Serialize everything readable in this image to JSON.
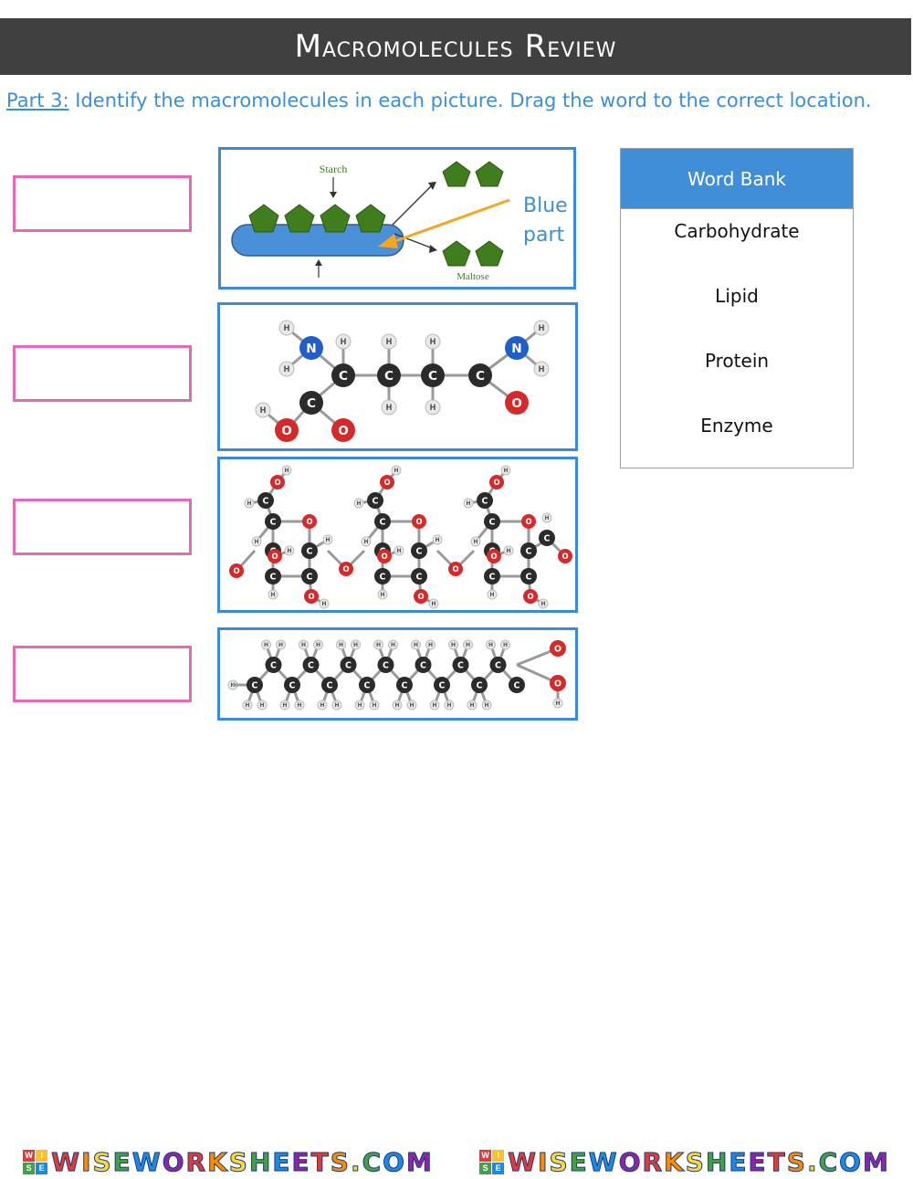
{
  "header": {
    "title_first_letter_1": "M",
    "title_rest_1": "acromolecules",
    "title_first_letter_2": "R",
    "title_rest_2": "eview"
  },
  "instructions": {
    "part_label": "Part 3:",
    "text": " Identify the macromolecules in each picture. Drag the word to the correct location."
  },
  "pictures": {
    "starch": {
      "starch_label": "Starch",
      "maltose_label": "Maltose",
      "annotation_line1": "Blue",
      "annotation_line2": "part"
    },
    "atom_labels": {
      "carbon": "C",
      "hydrogen": "H",
      "oxygen": "O",
      "nitrogen": "N"
    }
  },
  "word_bank": {
    "header": "Word Bank",
    "items": [
      "Carbohydrate",
      "Lipid",
      "Protein",
      "Enzyme"
    ]
  },
  "footer": {
    "logo_text": "WISEWORKSHEETS.COM",
    "logo_letters": [
      "W",
      "I",
      "S",
      "E"
    ]
  },
  "colors": {
    "title_bar": "#404040",
    "instruction_text": "#3b8fd6",
    "drop_box_border": "#e36ab4",
    "frame_border": "#3c8ad6",
    "word_bank_header": "#3f8ed7",
    "carbon": "#2b2b2b",
    "oxygen": "#d42a2a",
    "nitrogen": "#1f5fc7",
    "hydrogen": "#e8e8e8",
    "glucose_unit": "#3f7d1f",
    "starch_chain": "#4a90d9",
    "arrow": "#f5a623"
  }
}
